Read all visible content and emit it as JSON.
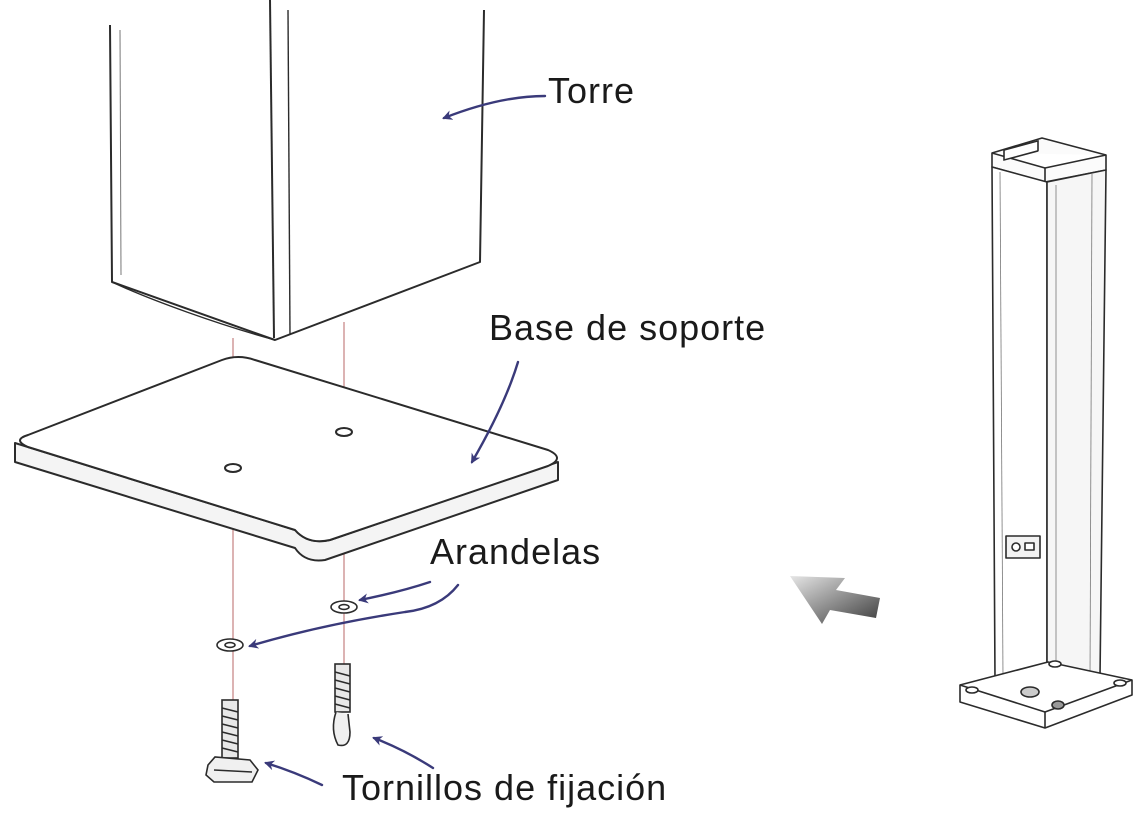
{
  "labels": {
    "tower": "Torre",
    "base": "Base de soporte",
    "washers": "Arandelas",
    "screws": "Tornillos de fijación"
  },
  "colors": {
    "outline": "#2b2b2b",
    "pointer_arrow": "#3a3a7a",
    "guide_line": "#c98a8a",
    "direction_arrow": "#7a7a7a"
  }
}
